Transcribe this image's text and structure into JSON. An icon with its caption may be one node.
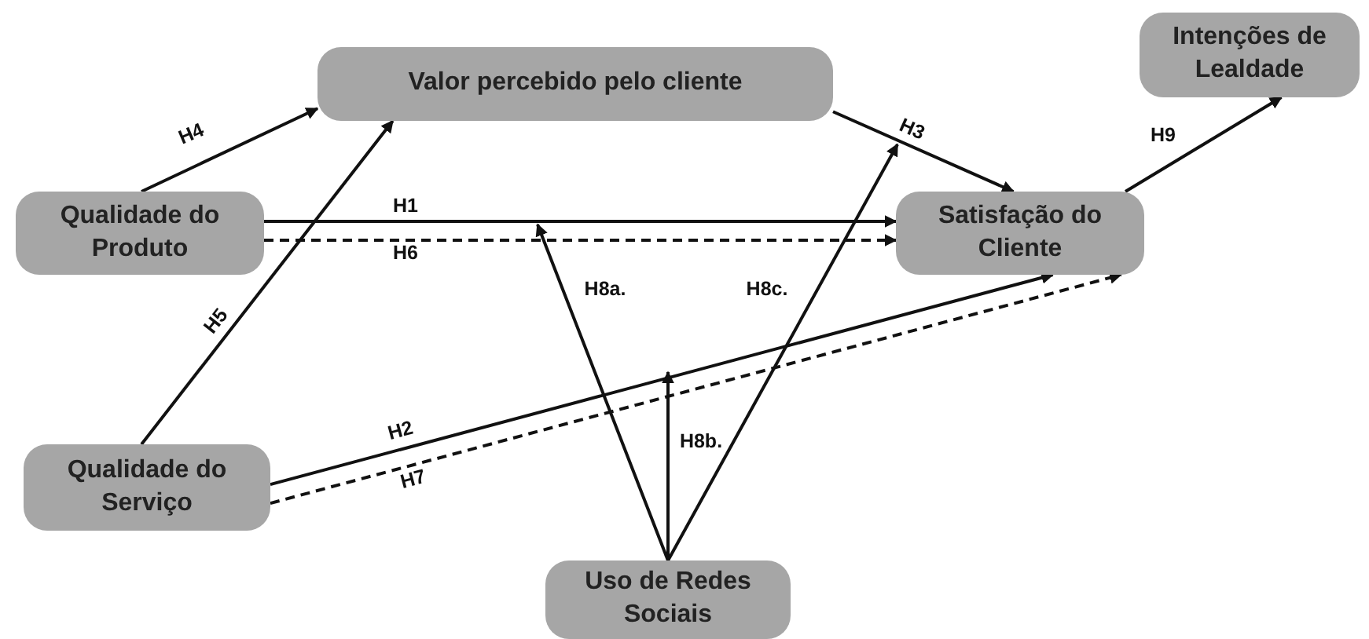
{
  "diagram": {
    "nodes": [
      {
        "text": [
          "Valor percebido pelo cliente"
        ]
      },
      {
        "text": [
          "Intenções de Lealdade"
        ]
      },
      {
        "text": [
          "Qualidade do Produto"
        ]
      },
      {
        "text": [
          "Satisfação do Cliente"
        ]
      },
      {
        "text": [
          "Qualidade do Serviço"
        ]
      },
      {
        "text": [
          "Uso de Redes Sociais"
        ]
      }
    ],
    "edges": [
      {
        "from": 2,
        "to": 0,
        "arrow": "to",
        "label": "H4"
      },
      {
        "from": 4,
        "to": 0,
        "arrow": "to",
        "label": "H5"
      },
      {
        "from": 2,
        "to": 3,
        "arrow": "to",
        "label": "H1"
      },
      {
        "from": 2,
        "to": 3,
        "arrow": "to",
        "label": "H6",
        "style": "dashed"
      },
      {
        "from": 0,
        "to": 3,
        "arrow": "to",
        "label": "H3"
      },
      {
        "from": 3,
        "to": 1,
        "arrow": "to",
        "label": "H9"
      },
      {
        "from": 4,
        "to": 3,
        "arrow": "to",
        "label": "H2"
      },
      {
        "from": 4,
        "to": 3,
        "arrow": "to",
        "label": "H7",
        "style": "dashed"
      },
      {
        "from": 5,
        "to": null,
        "arrow": "to",
        "label": "H8a."
      },
      {
        "from": 5,
        "to": null,
        "arrow": "to",
        "label": "H8b."
      },
      {
        "from": 5,
        "to": null,
        "arrow": "to",
        "label": "H8c."
      }
    ]
  }
}
